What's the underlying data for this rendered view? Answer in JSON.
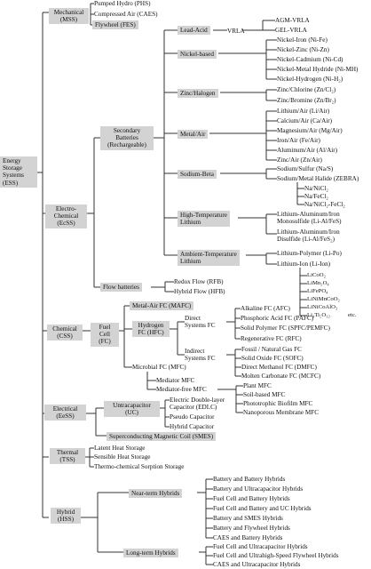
{
  "colors": {
    "box_fill": "#d3d3d3",
    "line": "#333333",
    "text": "#111111",
    "background": "#ffffff"
  },
  "root": {
    "label": "Energy\nStorage\nSystems\n(ESS)"
  },
  "mechanical": {
    "label": "Mechanical\n(MSS)",
    "items": [
      "Pumped Hydro (PHS)",
      "Compressed Air (CAES)",
      "Flywheel (FES)"
    ]
  },
  "electrochemical": {
    "label": "Electro-\nChemical\n(EcSS)",
    "secondary": {
      "label": "Secondary\nBatteries\n(Rechargeable)"
    },
    "lead_acid": {
      "label": "Lead-Acid",
      "vrla": "VRLA",
      "types": [
        "AGM-VRLA",
        "GEL-VRLA"
      ]
    },
    "nickel": {
      "label": "Nickel-based",
      "items": [
        "Nickel-Iron (Ni-Fe)",
        "Nickel-Zinc (Ni-Zn)",
        "Nickel-Cadmium (Ni-Cd)",
        "Nickel-Metal Hydride (Ni-MH)",
        "Nickel-Hydrogen (Ni-H₂)"
      ]
    },
    "zinc": {
      "label": "Zinc/Halogen",
      "items": [
        "Zinc/Chlorine (Zn/Cl₂)",
        "Zinc/Bromine (Zn/Br₂)"
      ]
    },
    "metal_air": {
      "label": "Metal/Air",
      "items": [
        "Lithium/Air (Li/Air)",
        "Calcium/Air (Ca/Air)",
        "Magnesium/Air (Mg/Air)",
        "Iron/Air (Fe/Air)",
        "Aluminum/Air (Al/Air)",
        "Zinc/Air (Zn/Air)"
      ]
    },
    "sodium_beta": {
      "label": "Sodium-Beta",
      "items": [
        "Sodium/Sulfur (Na/S)",
        "Sodium/Metal Halide (ZEBRA)"
      ],
      "subitems": [
        "Na/NiCl₂",
        "Na/FeCl₂",
        "Na/NiCl₂-FeCl₂"
      ]
    },
    "high_temp": {
      "label": "High-Temperature\nLithium",
      "items": [
        "Lithium-Aluminum/Iron\nMonosulfide (Li-Al/FeS)",
        "Lithium-Aluminum/Iron\nDisulfide (Li-Al/FeS₂)"
      ]
    },
    "ambient": {
      "label": "Ambient-Temperature\nLithium",
      "items": [
        "Lithium-Polymer (Li-Po)",
        "Lithium-Ion (Li-Ion)"
      ],
      "subitems": [
        "LiCoO₂",
        "LiMn₂O₄",
        "LiFePO₄",
        "LiNiMnCoO₂",
        "LiNiCoAlO₂",
        "Li₄Ti₅O₁₂"
      ],
      "etc": "etc."
    },
    "flow": {
      "label": "Flow batteries",
      "items": [
        "Redox Flow (RFB)",
        "Hybrid Flow (HFB)"
      ]
    }
  },
  "chemical": {
    "label": "Chemical\n(CSS)",
    "fuel_cell": {
      "label": "Fuel Cell\n(FC)"
    },
    "mafc": {
      "label": "Metal-Air FC (MAFC)"
    },
    "hfc": {
      "label": "Hydrogen\nFC (HFC)"
    },
    "direct": {
      "label": "Direct\nSystems FC",
      "items": [
        "Alkaline FC (AFC)",
        "Phosphoric Acid FC (PAFC)",
        "Solid Polymer FC (SPFC/PEMFC)",
        "Regenerative FC (RFC)"
      ]
    },
    "indirect": {
      "label": "Indirect\nSystems FC",
      "items": [
        "Fossil / Natural Gas FC",
        "Solid Oxide FC (SOFC)",
        "Direct Methanol FC (DMFC)",
        "Molten Carbonate FC (MCFC)"
      ]
    },
    "mfc": {
      "label": "Microbial FC (MFC)",
      "items": [
        "Mediator MFC",
        "Mediator-free MFC"
      ],
      "subitems": [
        "Plant MFC",
        "Soil-based MFC",
        "Phototrophic Biofilm MFC",
        "Nanoporous Membrane MFC"
      ]
    }
  },
  "electrical": {
    "label": "Electrical\n(EeSS)",
    "uc": {
      "label": "Untracapacitor\n(UC)",
      "items": [
        "Electric Double-layer\nCapacitor (EDLC)",
        "Pseudo Capacitor",
        "Hybrid Capacitor"
      ]
    },
    "smes": {
      "label": "Superconducting Magnetic Coil (SMES)"
    }
  },
  "thermal": {
    "label": "Thermal\n(TSS)",
    "items": [
      "Latent Heat Storage",
      "Sensible Heat Storage",
      "Thermo-chemical Sorption Storage"
    ]
  },
  "hybrid": {
    "label": "Hybrid\n(HSS)",
    "near": {
      "label": "Near-term Hybrids",
      "items": [
        "Battery and Battery Hybrids",
        "Battery and Ultracapacitor Hybrids",
        "Fuel Cell and Battery Hybrids",
        "Fuel Cell and Battery and UC Hybrids",
        "Battery and SMES Hybrids",
        "Battery and Flywheel Hybrids",
        "CAES and Battery Hybrids"
      ]
    },
    "long": {
      "label": "Long-term Hybrids",
      "items": [
        "Fuel Cell and Ultracapacitor Hybrids",
        "Fuel Cell and Ultrahigh-Speed Flywheel Hybrids",
        "CAES and Ultracapacitor Hybrids"
      ]
    }
  }
}
